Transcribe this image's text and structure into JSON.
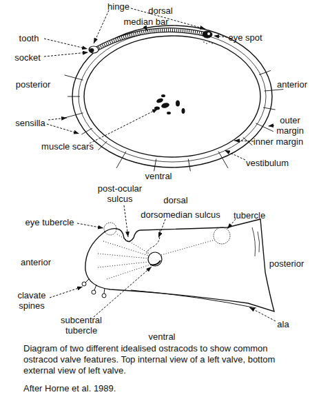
{
  "diagram": {
    "caption": "Diagram of two different idealised ostracods to show common ostracod valve features. Top internal view of a left valve, bottom external view of left valve.",
    "labels": [
      "dorsal",
      "hinge",
      "tooth",
      "median bar",
      "eye spot",
      "socket",
      "posterior",
      "anterior",
      "sensilla",
      "outer margin",
      "inner margin",
      "muscle scars",
      "vestibulum",
      "ventral",
      "post-ocular sulcus",
      "dorsal",
      "dorsomedian sulcus",
      "eye tubercle",
      "tubercle",
      "anterior",
      "posterior",
      "clavate spines",
      "subcentral tubercle",
      "ala",
      "ventral",
      "After Horne et al. 1989."
    ]
  }
}
